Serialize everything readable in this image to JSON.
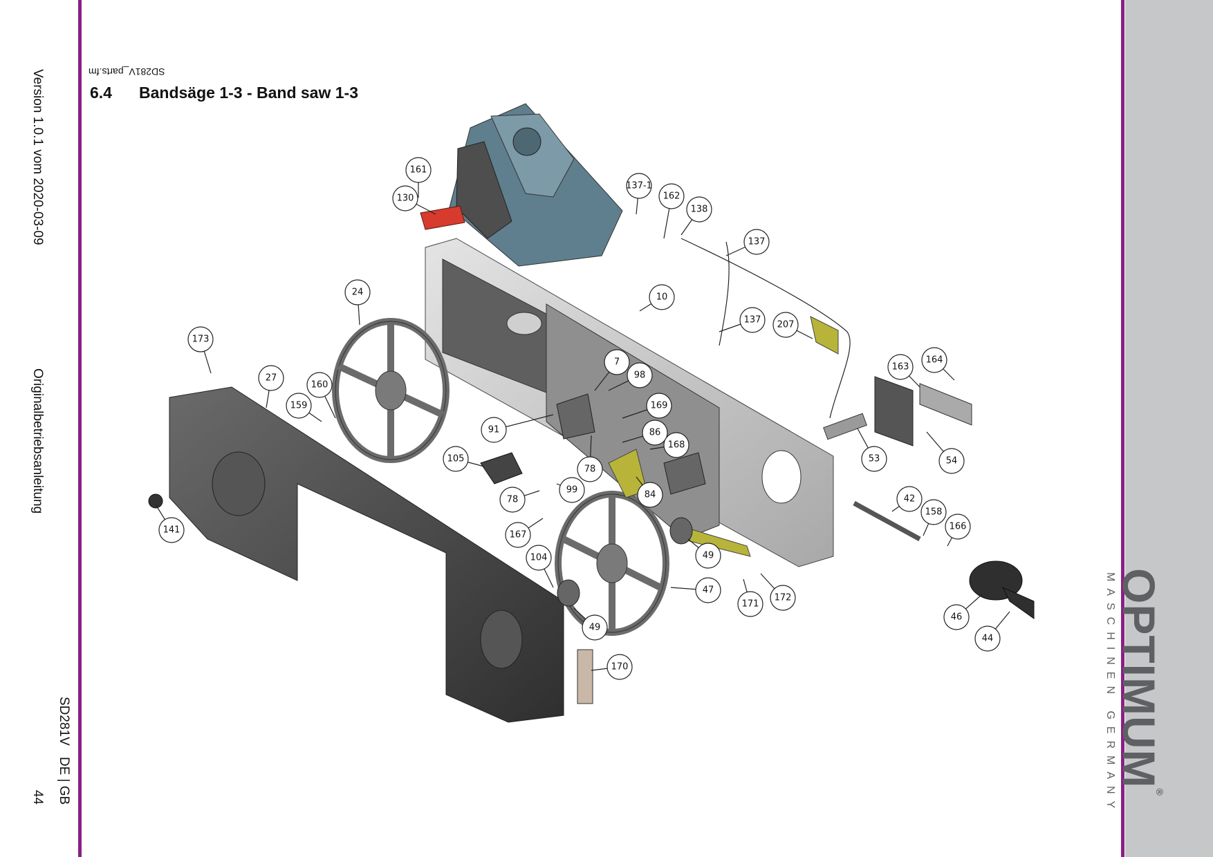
{
  "document": {
    "file_name": "SD281V_parts.fm",
    "section_number": "6.4",
    "section_title": "Bandsäge 1-3 - Band saw  1-3",
    "version": "Version 1.0.1  vom 2020-03-09",
    "manual_type": "Originalbetriebsanleitung",
    "model": "SD281V",
    "language": "DE | GB",
    "page_number": "44"
  },
  "brand": {
    "name": "OPTIMUM",
    "registered_mark": "®",
    "tagline": "MASCHINEN GERMANY"
  },
  "colors": {
    "accent_line": "#8b1f86",
    "sidebar": "#c5c7c9",
    "motor": "#5f7f8e",
    "frame": "#d2d2d2",
    "dark_cover": "#4a4a4a",
    "yellow_parts": "#b8b43a",
    "red_part": "#d63b2e"
  },
  "callouts": [
    "161",
    "130",
    "137-1",
    "162",
    "138",
    "137",
    "24",
    "10",
    "137",
    "207",
    "173",
    "27",
    "7",
    "98",
    "160",
    "159",
    "169",
    "91",
    "86",
    "163",
    "164",
    "105",
    "168",
    "78",
    "53",
    "54",
    "99",
    "78",
    "84",
    "42",
    "141",
    "167",
    "158",
    "166",
    "104",
    "49",
    "47",
    "171",
    "172",
    "46",
    "49",
    "44",
    "170"
  ]
}
